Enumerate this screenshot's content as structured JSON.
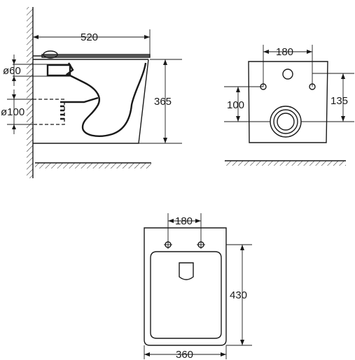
{
  "side_view": {
    "width_label": "520",
    "height_label": "365",
    "small_pipe_label": "ø60",
    "large_pipe_label": "ø100"
  },
  "back_view": {
    "bolt_spacing_label": "180",
    "bolt_height_label": "100",
    "top_offset_label": "135"
  },
  "top_view": {
    "bolt_spacing_label": "180",
    "length_label": "430",
    "width_label": "360"
  }
}
